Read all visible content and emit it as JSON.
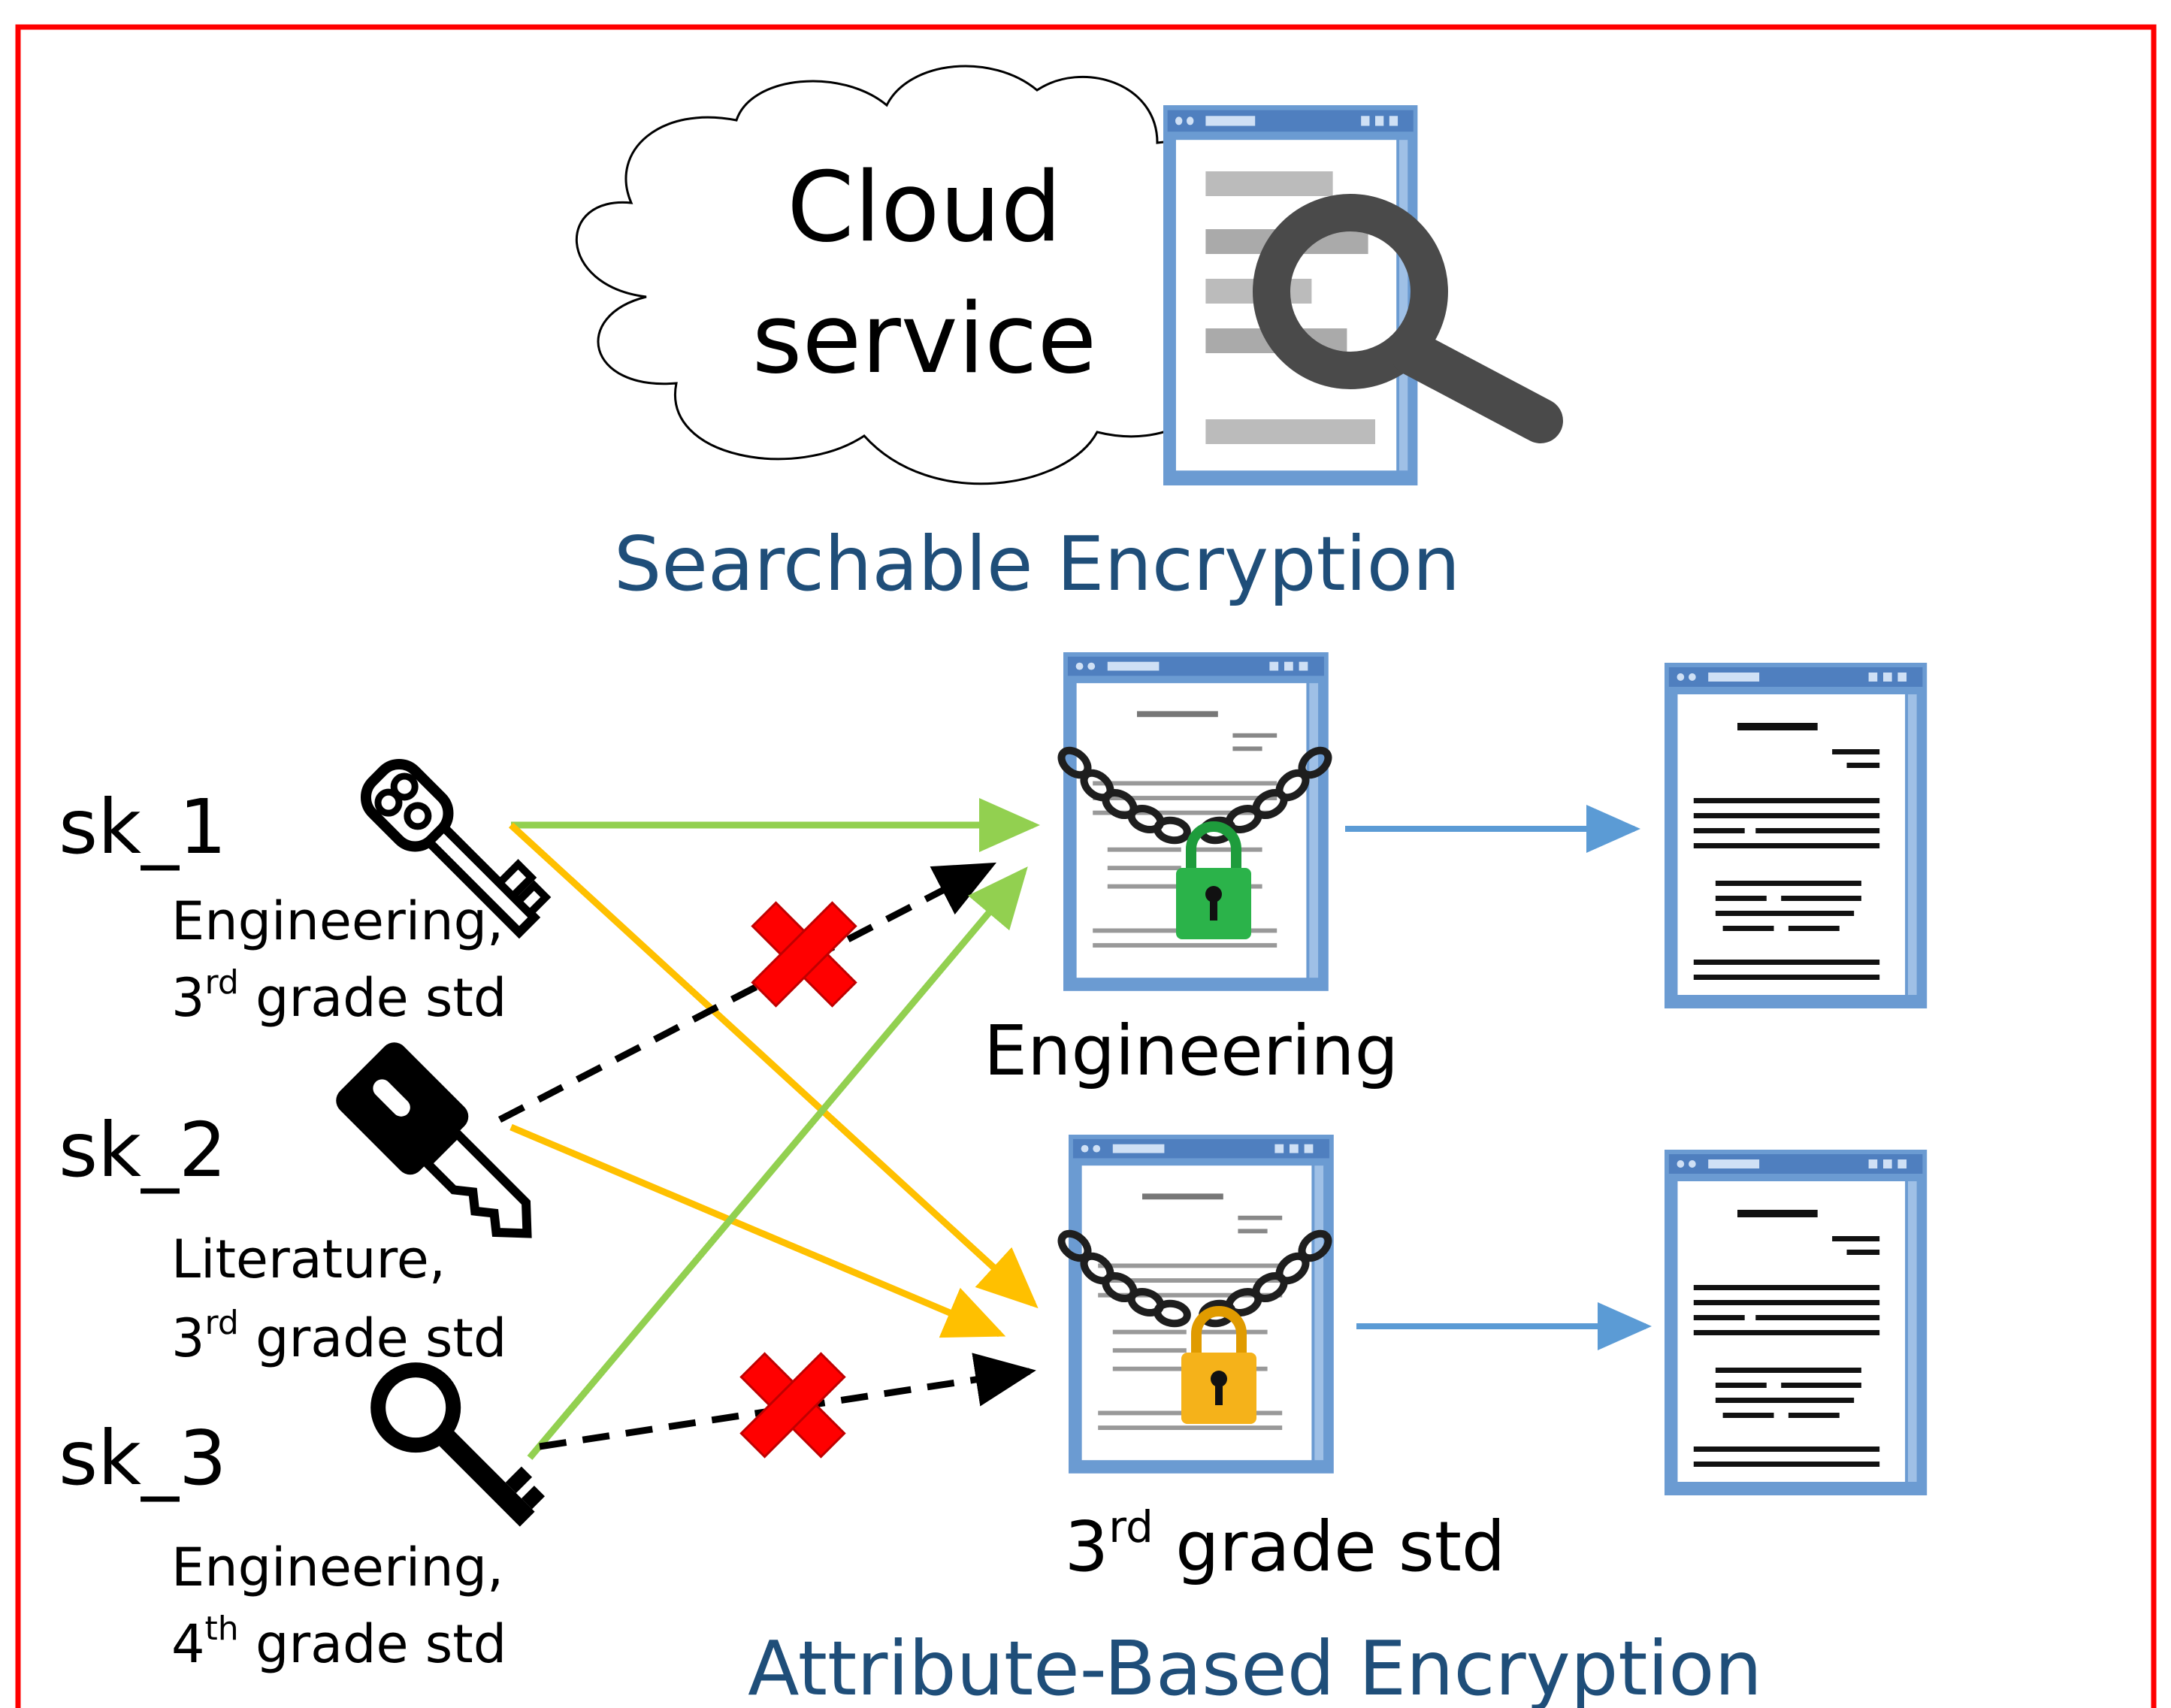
{
  "cloud": {
    "line1": "Cloud",
    "line2": "service"
  },
  "searchable_label": "Searchable Encryption",
  "abe_label": "Attribute-Based Encryption",
  "keys": [
    {
      "name": "sk_1",
      "attr_line1": "Engineering,",
      "attr_line2_num": "3",
      "attr_line2_sup": "rd",
      "attr_line2_rest": " grade std",
      "icon": "ornate-key-icon"
    },
    {
      "name": "sk_2",
      "attr_line1": "Literature,",
      "attr_line2_num": "3",
      "attr_line2_sup": "rd",
      "attr_line2_rest": " grade std",
      "icon": "car-key-icon"
    },
    {
      "name": "sk_3",
      "attr_line1": "Engineering,",
      "attr_line2_num": "4",
      "attr_line2_sup": "th",
      "attr_line2_rest": " grade std",
      "icon": "round-key-icon"
    }
  ],
  "documents": [
    {
      "label": "Engineering",
      "lock_color": "#2bb34a"
    },
    {
      "label_num": "3",
      "label_sup": "rd",
      "label_rest": " grade std",
      "lock_color": "#f5b21a"
    }
  ],
  "colors": {
    "frame": "#ff0000",
    "title_blue": "#1f4e79",
    "access_granted": "#92d050",
    "access_granted_alt": "#ffc000",
    "access_denied": "#000000",
    "decrypt_arrow": "#5b9bd5",
    "cross": "#ff0000",
    "doc_frame": "#6b9bd2"
  }
}
